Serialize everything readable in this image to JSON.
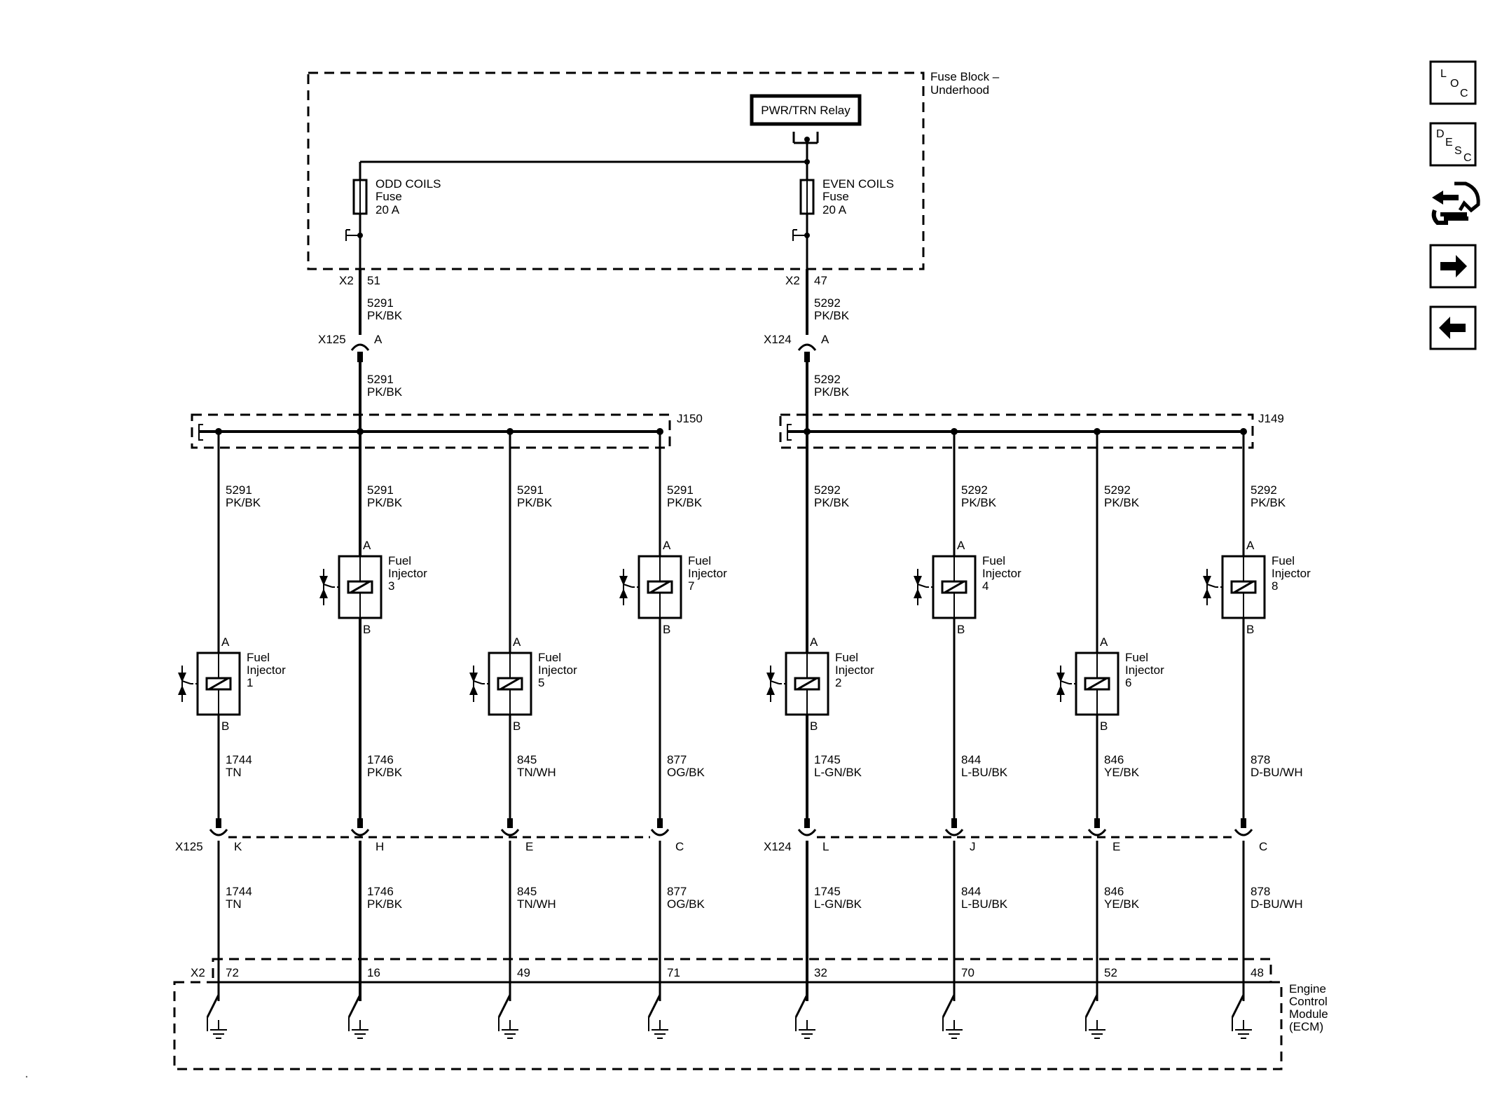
{
  "fuse_block": {
    "label_line1": "Fuse Block –",
    "label_line2": "Underhood"
  },
  "relay": {
    "label": "PWR/TRN Relay"
  },
  "fuses": [
    {
      "name": "ODD COILS",
      "type": "Fuse",
      "rating": "20 A",
      "conn": "X2",
      "pin": "51",
      "circuit": "5291",
      "color": "PK/BK"
    },
    {
      "name": "EVEN COILS",
      "type": "Fuse",
      "rating": "20 A",
      "conn": "X2",
      "pin": "47",
      "circuit": "5292",
      "color": "PK/BK"
    }
  ],
  "inline_connectors": [
    {
      "name": "X125",
      "pin": "A"
    },
    {
      "name": "X124",
      "pin": "A"
    }
  ],
  "splices": [
    {
      "name": "J150"
    },
    {
      "name": "J149"
    }
  ],
  "branches": [
    {
      "circuit": "5291",
      "color": "PK/BK"
    },
    {
      "circuit": "5292",
      "color": "PK/BK"
    }
  ],
  "injector_common": {
    "line1": "Fuel",
    "line2": "Injector",
    "pin_a": "A",
    "pin_b": "B"
  },
  "injectors": [
    {
      "num": "1",
      "supply_circuit": "5291",
      "supply_color": "PK/BK",
      "ctrl_circuit": "1744",
      "ctrl_color": "TN",
      "conn_pin": "K",
      "ecm_pin": "72"
    },
    {
      "num": "3",
      "supply_circuit": "5291",
      "supply_color": "PK/BK",
      "ctrl_circuit": "1746",
      "ctrl_color": "PK/BK",
      "conn_pin": "H",
      "ecm_pin": "16"
    },
    {
      "num": "5",
      "supply_circuit": "5291",
      "supply_color": "PK/BK",
      "ctrl_circuit": "845",
      "ctrl_color": "TN/WH",
      "conn_pin": "E",
      "ecm_pin": "49"
    },
    {
      "num": "7",
      "supply_circuit": "5291",
      "supply_color": "PK/BK",
      "ctrl_circuit": "877",
      "ctrl_color": "OG/BK",
      "conn_pin": "C",
      "ecm_pin": "71"
    },
    {
      "num": "2",
      "supply_circuit": "5292",
      "supply_color": "PK/BK",
      "ctrl_circuit": "1745",
      "ctrl_color": "L-GN/BK",
      "conn_pin": "L",
      "ecm_pin": "32"
    },
    {
      "num": "4",
      "supply_circuit": "5292",
      "supply_color": "PK/BK",
      "ctrl_circuit": "844",
      "ctrl_color": "L-BU/BK",
      "conn_pin": "J",
      "ecm_pin": "70"
    },
    {
      "num": "6",
      "supply_circuit": "5292",
      "supply_color": "PK/BK",
      "ctrl_circuit": "846",
      "ctrl_color": "YE/BK",
      "conn_pin": "E",
      "ecm_pin": "52"
    },
    {
      "num": "8",
      "supply_circuit": "5292",
      "supply_color": "PK/BK",
      "ctrl_circuit": "878",
      "ctrl_color": "D-BU/WH",
      "conn_pin": "C",
      "ecm_pin": "48"
    }
  ],
  "ecm": {
    "line1": "Engine",
    "line2": "Control",
    "line3": "Module",
    "line4": "(ECM)",
    "conn": "X2"
  },
  "sidebar": {
    "loc": {
      "l1": "L",
      "l2": "O",
      "l3": "C",
      "icon": "loc-icon"
    },
    "desc": {
      "l1": "D",
      "l2": "E",
      "l3": "S",
      "l4": "C",
      "icon": "desc-icon"
    },
    "tools": {
      "icon": "connector-tool-icon"
    },
    "next": {
      "icon": "arrow-right-icon"
    },
    "prev": {
      "icon": "arrow-left-icon"
    }
  }
}
